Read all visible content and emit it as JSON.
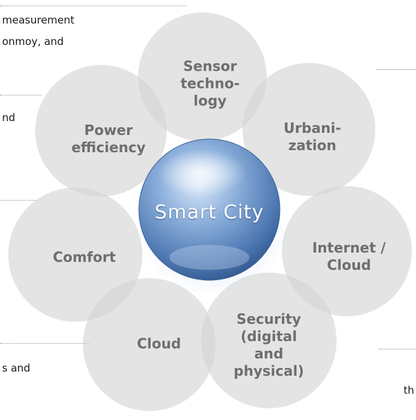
{
  "diagram": {
    "center": "Smart City",
    "petals": {
      "sensor": "Sensor\ntechno-\nlogy",
      "urbanization": "Urbani-\nzation",
      "internet": "Internet /\nCloud",
      "security": "Security\n(digital\nand\nphysical)",
      "cloud": "Cloud",
      "comfort": "Comfort",
      "power": "Power\nefficiency"
    }
  },
  "side_text": {
    "top_left_1": "measurement",
    "top_left_2": "onmoy, and",
    "mid_left": "nd",
    "bottom_left": "s and",
    "bottom_right": "th"
  }
}
